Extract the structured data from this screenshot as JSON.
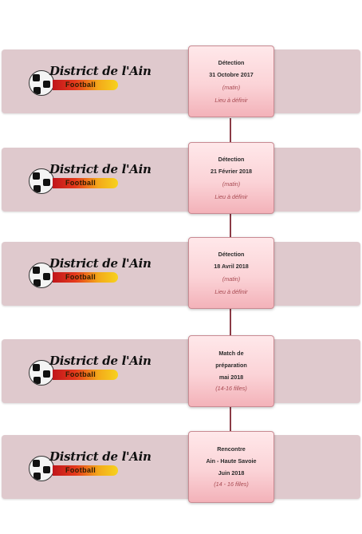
{
  "logo": {
    "title": "District de l'Ain",
    "subtitle": "Football"
  },
  "events": [
    {
      "lines": [
        {
          "text": "Détection",
          "style": "b"
        },
        {
          "text": "31 Octobre 2017",
          "style": "b"
        },
        {
          "text": "(matin)",
          "style": "r"
        },
        {
          "text": "Lieu à définir",
          "style": "r"
        }
      ]
    },
    {
      "lines": [
        {
          "text": "Détection",
          "style": "b"
        },
        {
          "text": "21 Février 2018",
          "style": "b"
        },
        {
          "text": "(matin)",
          "style": "r"
        },
        {
          "text": "Lieu à définir",
          "style": "r"
        }
      ]
    },
    {
      "lines": [
        {
          "text": "Détection",
          "style": "b"
        },
        {
          "text": "18 Avril 2018",
          "style": "b"
        },
        {
          "text": "(matin)",
          "style": "r"
        },
        {
          "text": "Lieu à définir",
          "style": "r"
        }
      ]
    },
    {
      "lines": [
        {
          "text": "Match de",
          "style": "b"
        },
        {
          "text": "préparation",
          "style": "b"
        },
        {
          "text": "mai 2018",
          "style": "b"
        },
        {
          "text": "(14-16 filles)",
          "style": "r"
        }
      ]
    },
    {
      "lines": [
        {
          "text": "Rencontre",
          "style": "b"
        },
        {
          "text": "Ain - Haute Savoie",
          "style": "b"
        },
        {
          "text": "Juin 2018",
          "style": "b"
        },
        {
          "text": "(14 - 16 filles)",
          "style": "r"
        }
      ]
    }
  ]
}
